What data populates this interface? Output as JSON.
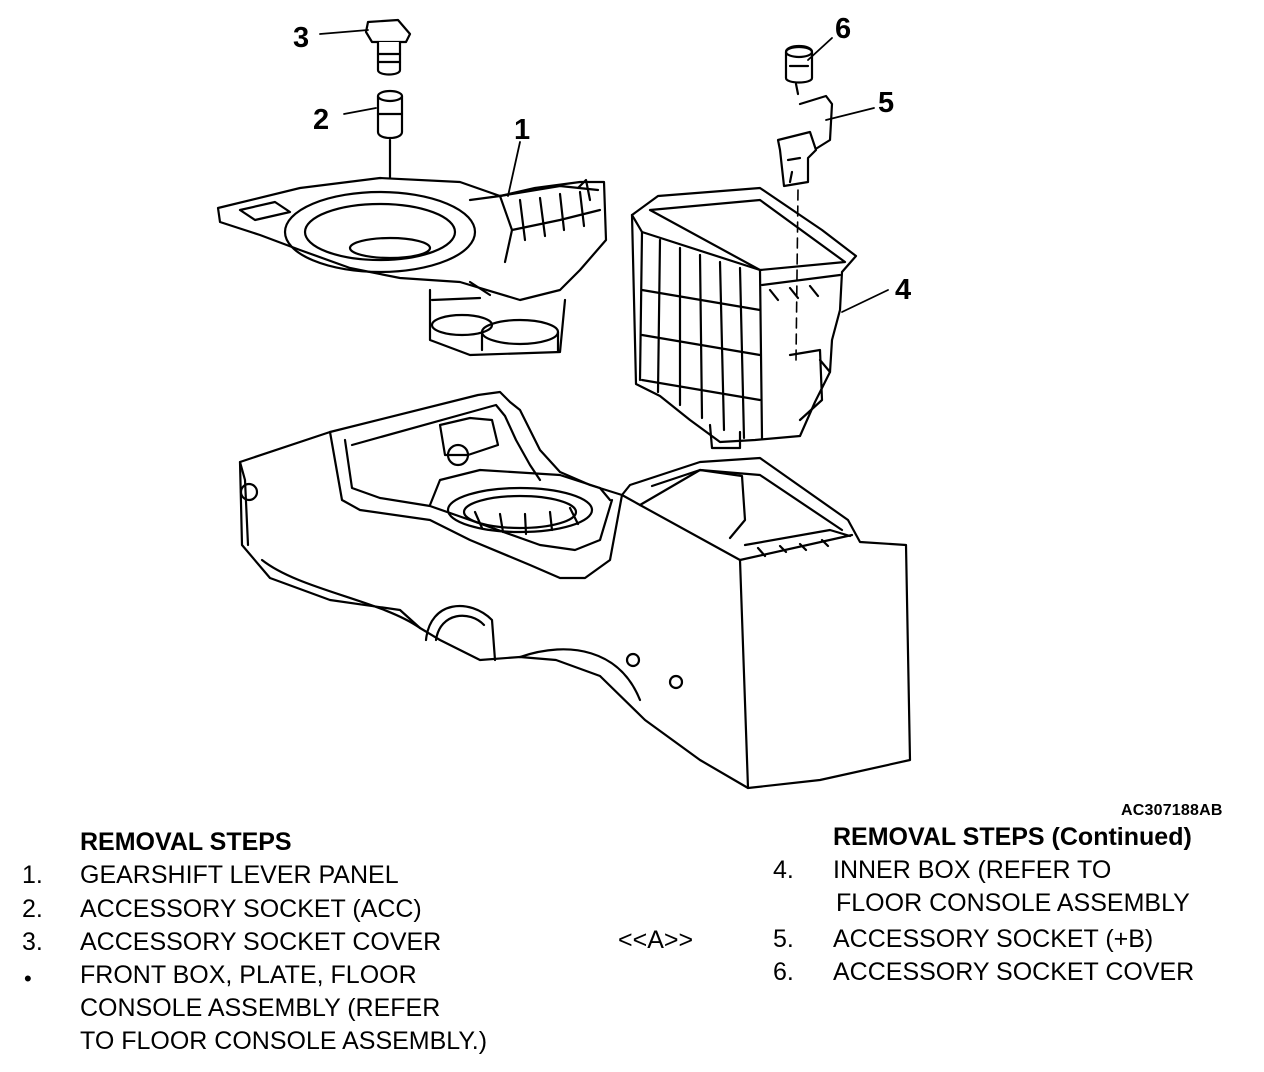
{
  "figure": {
    "code": "AC307188AB",
    "callouts": [
      "1",
      "2",
      "3",
      "4",
      "5",
      "6"
    ]
  },
  "left_column": {
    "heading": "REMOVAL STEPS",
    "steps": [
      {
        "num": "1.",
        "lines": [
          "GEARSHIFT LEVER PANEL"
        ]
      },
      {
        "num": "2.",
        "lines": [
          "ACCESSORY SOCKET (ACC)"
        ]
      },
      {
        "num": "3.",
        "lines": [
          "ACCESSORY SOCKET COVER"
        ]
      },
      {
        "num": "•",
        "lines": [
          "FRONT BOX, PLATE, FLOOR",
          "CONSOLE ASSEMBLY (REFER",
          "TO FLOOR CONSOLE ASSEMBLY.)"
        ]
      }
    ]
  },
  "note": "<<A>>",
  "right_column": {
    "heading": "REMOVAL STEPS (Continued)",
    "steps": [
      {
        "num": "4.",
        "lines": [
          "INNER BOX (REFER TO",
          "FLOOR CONSOLE ASSEMBLY"
        ]
      },
      {
        "num": "5.",
        "lines": [
          "ACCESSORY SOCKET (+B)"
        ]
      },
      {
        "num": "6.",
        "lines": [
          "ACCESSORY SOCKET COVER"
        ]
      }
    ]
  }
}
